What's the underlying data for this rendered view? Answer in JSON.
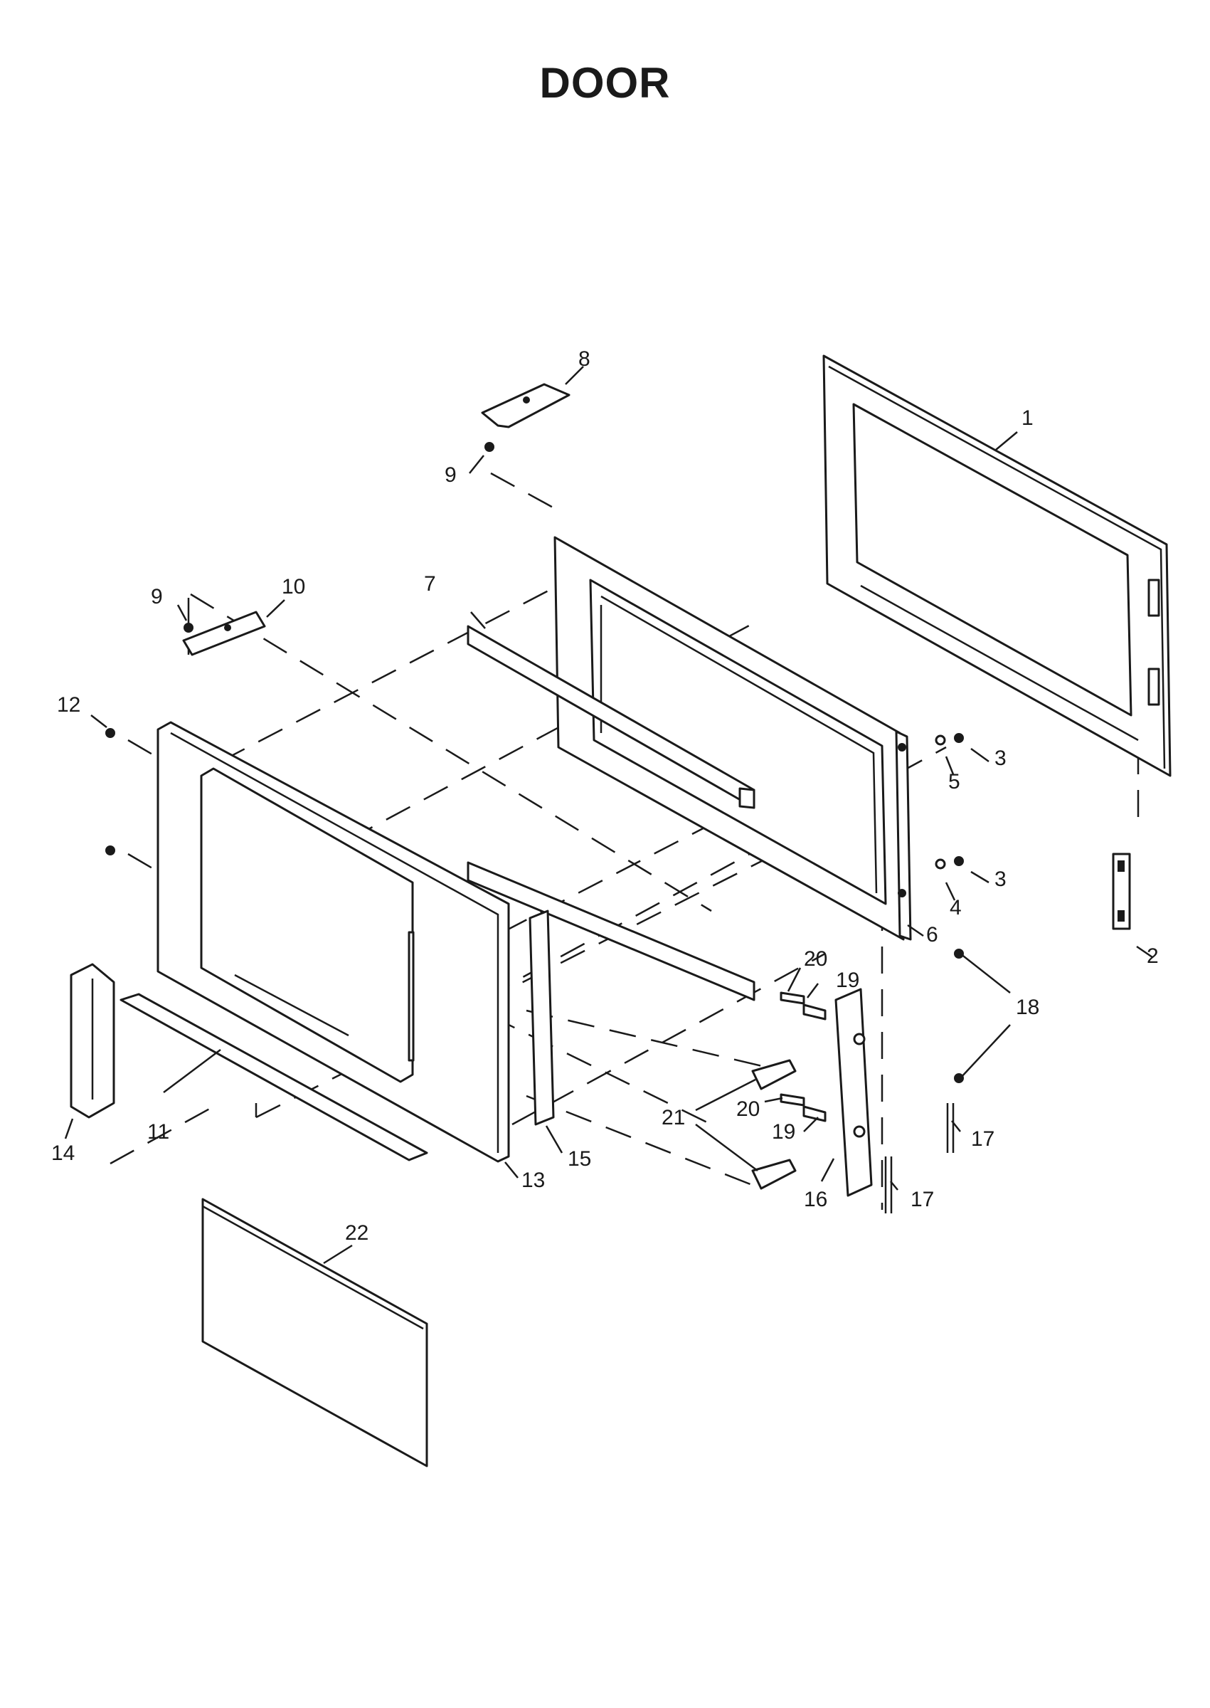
{
  "title": "DOOR",
  "colors": {
    "ink": "#1a1a1a",
    "background": "#ffffff"
  },
  "callouts": [
    {
      "id": "c1",
      "number": "1"
    },
    {
      "id": "c2",
      "number": "2"
    },
    {
      "id": "c3a",
      "number": "3"
    },
    {
      "id": "c3b",
      "number": "3"
    },
    {
      "id": "c4",
      "number": "4"
    },
    {
      "id": "c5",
      "number": "5"
    },
    {
      "id": "c6",
      "number": "6"
    },
    {
      "id": "c7",
      "number": "7"
    },
    {
      "id": "c8",
      "number": "8"
    },
    {
      "id": "c9a",
      "number": "9"
    },
    {
      "id": "c9b",
      "number": "9"
    },
    {
      "id": "c10",
      "number": "10"
    },
    {
      "id": "c11",
      "number": "11"
    },
    {
      "id": "c12",
      "number": "12"
    },
    {
      "id": "c13",
      "number": "13"
    },
    {
      "id": "c14",
      "number": "14"
    },
    {
      "id": "c15",
      "number": "15"
    },
    {
      "id": "c16",
      "number": "16"
    },
    {
      "id": "c17a",
      "number": "17"
    },
    {
      "id": "c17b",
      "number": "17"
    },
    {
      "id": "c18",
      "number": "18"
    },
    {
      "id": "c19a",
      "number": "19"
    },
    {
      "id": "c19b",
      "number": "19"
    },
    {
      "id": "c20a",
      "number": "20"
    },
    {
      "id": "c20b",
      "number": "20"
    },
    {
      "id": "c21",
      "number": "21"
    },
    {
      "id": "c22",
      "number": "22"
    }
  ]
}
